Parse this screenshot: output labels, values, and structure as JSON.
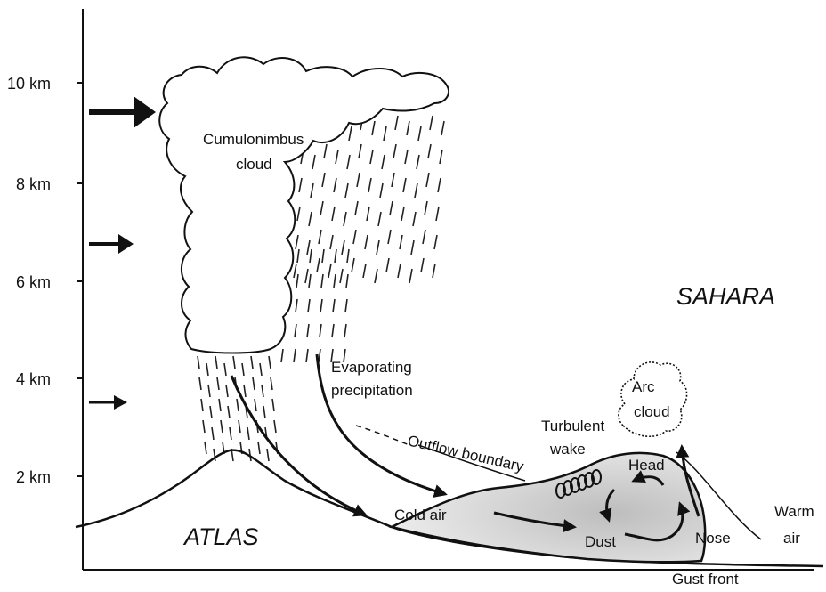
{
  "axis": {
    "ticks": [
      "2 km",
      "4 km",
      "6 km",
      "8 km",
      "10 km"
    ]
  },
  "labels": {
    "cloud_line1": "Cumulonimbus",
    "cloud_line2": "cloud",
    "sahara": "SAHARA",
    "atlas": "ATLAS",
    "evap_line1": "Evaporating",
    "evap_line2": "precipitation",
    "outflow": "Outflow boundary",
    "wake_line1": "Turbulent",
    "wake_line2": "wake",
    "arc_line1": "Arc",
    "arc_line2": "cloud",
    "head": "Head",
    "cold_air": "Cold air",
    "dust": "Dust",
    "nose": "Nose",
    "warm_line1": "Warm",
    "warm_line2": "air",
    "gust_front": "Gust front"
  },
  "icons": {
    "wind_arrows": "arrow-right-icon",
    "flow_arrows": "curved-arrow-icon"
  }
}
